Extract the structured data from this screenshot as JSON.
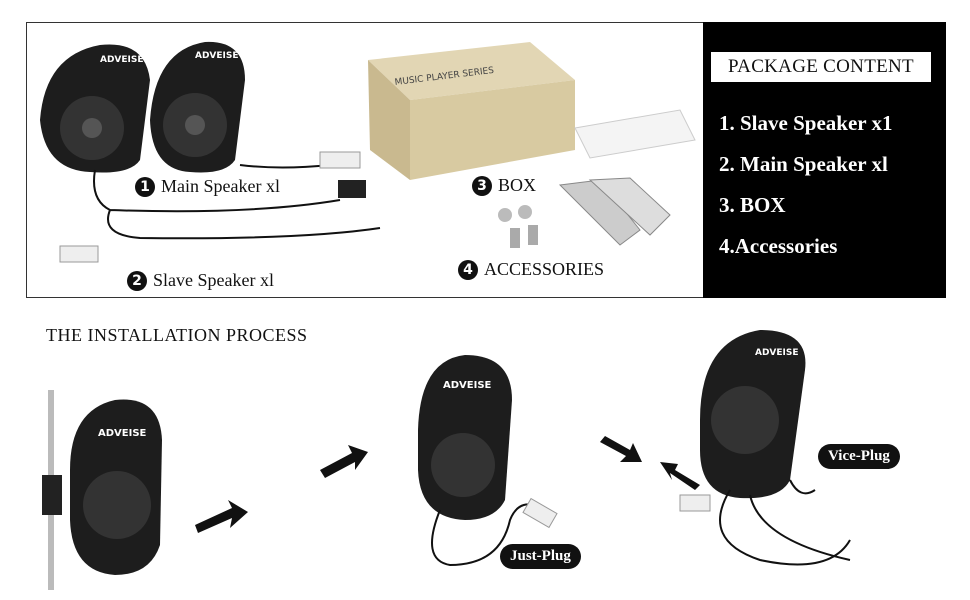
{
  "package": {
    "heading": "PACKAGE CONTENT",
    "items": [
      "1. Slave Speaker x1",
      "2. Main Speaker xl",
      "3. BOX",
      "4.Accessories"
    ]
  },
  "labels": {
    "main": {
      "num": "1",
      "text": "Main Speaker xl"
    },
    "slave": {
      "num": "2",
      "text": "Slave Speaker xl"
    },
    "box": {
      "num": "3",
      "text": "BOX"
    },
    "accessories": {
      "num": "4",
      "text": "ACCESSORIES"
    }
  },
  "box_print": "MUSIC PLAYER SERIES",
  "brand": "ADVEISE",
  "installation": {
    "title": "THE INSTALLATION PROCESS",
    "just_plug": "Just-Plug",
    "vice_plug": "Vice-Plug"
  },
  "icons": [
    "arrow-right-icon",
    "arrow-left-icon"
  ]
}
